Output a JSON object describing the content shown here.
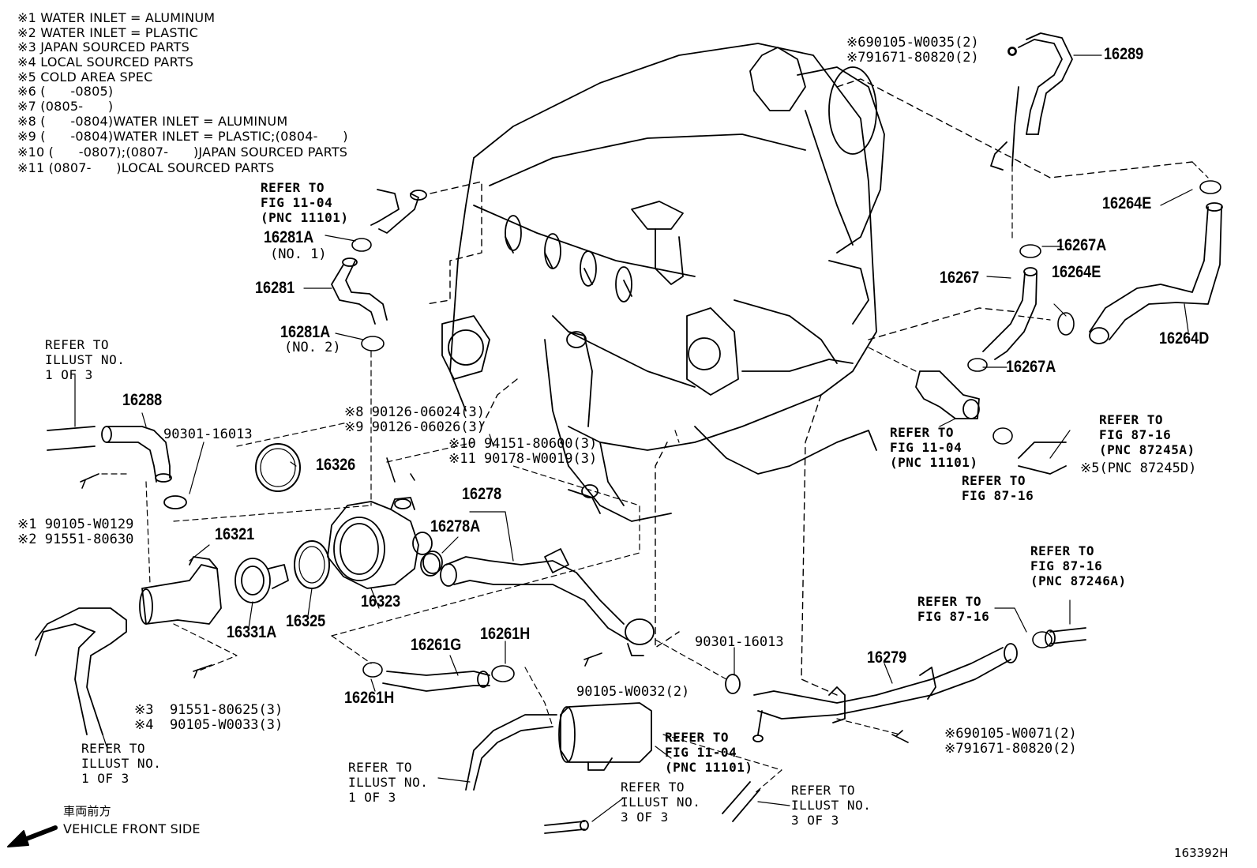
{
  "notes": [
    "※1 WATER INLET = ALUMINUM",
    "※2 WATER INLET = PLASTIC",
    "※3 JAPAN SOURCED PARTS",
    "※4 LOCAL SOURCED PARTS",
    "※5 COLD AREA SPEC",
    "※6 (      -0805)",
    "※7 (0805-      )",
    "※8 (      -0804)WATER INLET = ALUMINUM",
    "※9 (      -0804)WATER INLET = PLASTIC;(0804-      )",
    "※10 (      -0807);(0807-      )JAPAN SOURCED PARTS",
    "※11 (0807-      )LOCAL SOURCED PARTS"
  ],
  "part_numbers": {
    "p16289": "16289",
    "p16264E_a": "16264E",
    "p16267A_a": "16267A",
    "p16267": "16267",
    "p16264E_b": "16264E",
    "p16264D": "16264D",
    "p16267A_b": "16267A",
    "p16281A_a": "16281A",
    "p16281": "16281",
    "p16281A_b": "16281A",
    "p16288": "16288",
    "p16326": "16326",
    "p16278": "16278",
    "p16278A": "16278A",
    "p16321": "16321",
    "p16323": "16323",
    "p16325": "16325",
    "p16331A": "16331A",
    "p16261G": "16261G",
    "p16261H_a": "16261H",
    "p16261H_b": "16261H",
    "p16279": "16279"
  },
  "sub_labels": {
    "no1": "(NO. 1)",
    "no2": "(NO. 2)"
  },
  "fasteners": {
    "f_top_6": "※690105-W0035(2)",
    "f_top_7": "※791671-80820(2)",
    "f_90301_a": "90301-16013",
    "f_8": "※8 90126-06024(3)",
    "f_9": "※9 90126-06026(3)",
    "f_10": "※10 94151-80600(3)",
    "f_11": "※11 90178-W0019(3)",
    "f_1": "※1 90105-W0129",
    "f_2": "※2 91551-80630",
    "f_3": "※3  91551-80625(3)",
    "f_4": "※4  90105-W0033(3)",
    "f_90301_b": "90301-16013",
    "f_90105_w0032": "90105-W0032(2)",
    "f_bot_6": "※690105-W0071(2)",
    "f_bot_7": "※791671-80820(2)",
    "f_pnc_87245d": "※5(PNC 87245D)"
  },
  "refs": {
    "r_fig1104_top": "REFER TO\nFIG 11-04\n(PNC 11101)",
    "r_illust_left": "REFER TO\nILLUST NO.\n1 OF 3",
    "r_fig1104_right": "REFER TO\nFIG 11-04\n(PNC 11101)",
    "r_fig8716_a": "REFER TO\nFIG 87-16",
    "r_fig8716_b": "REFER TO\nFIG 87-16\n(PNC 87245A)",
    "r_fig8716_c": "REFER TO\nFIG 87-16\n(PNC 87246A)",
    "r_fig8716_d": "REFER TO\nFIG 87-16",
    "r_illust_bl": "REFER TO\nILLUST NO.\n1 OF 3",
    "r_illust_bc": "REFER TO\nILLUST NO.\n1 OF 3",
    "r_fig1104_bot": "REFER TO\nFIG 11-04\n(PNC 11101)",
    "r_illust_3a": "REFER TO\nILLUST NO.\n3 OF 3",
    "r_illust_3b": "REFER TO\nILLUST NO.\n3 OF 3"
  },
  "front_side": {
    "jp": "車両前方",
    "en": "VEHICLE FRONT SIDE"
  },
  "diagram_code": "163392H"
}
